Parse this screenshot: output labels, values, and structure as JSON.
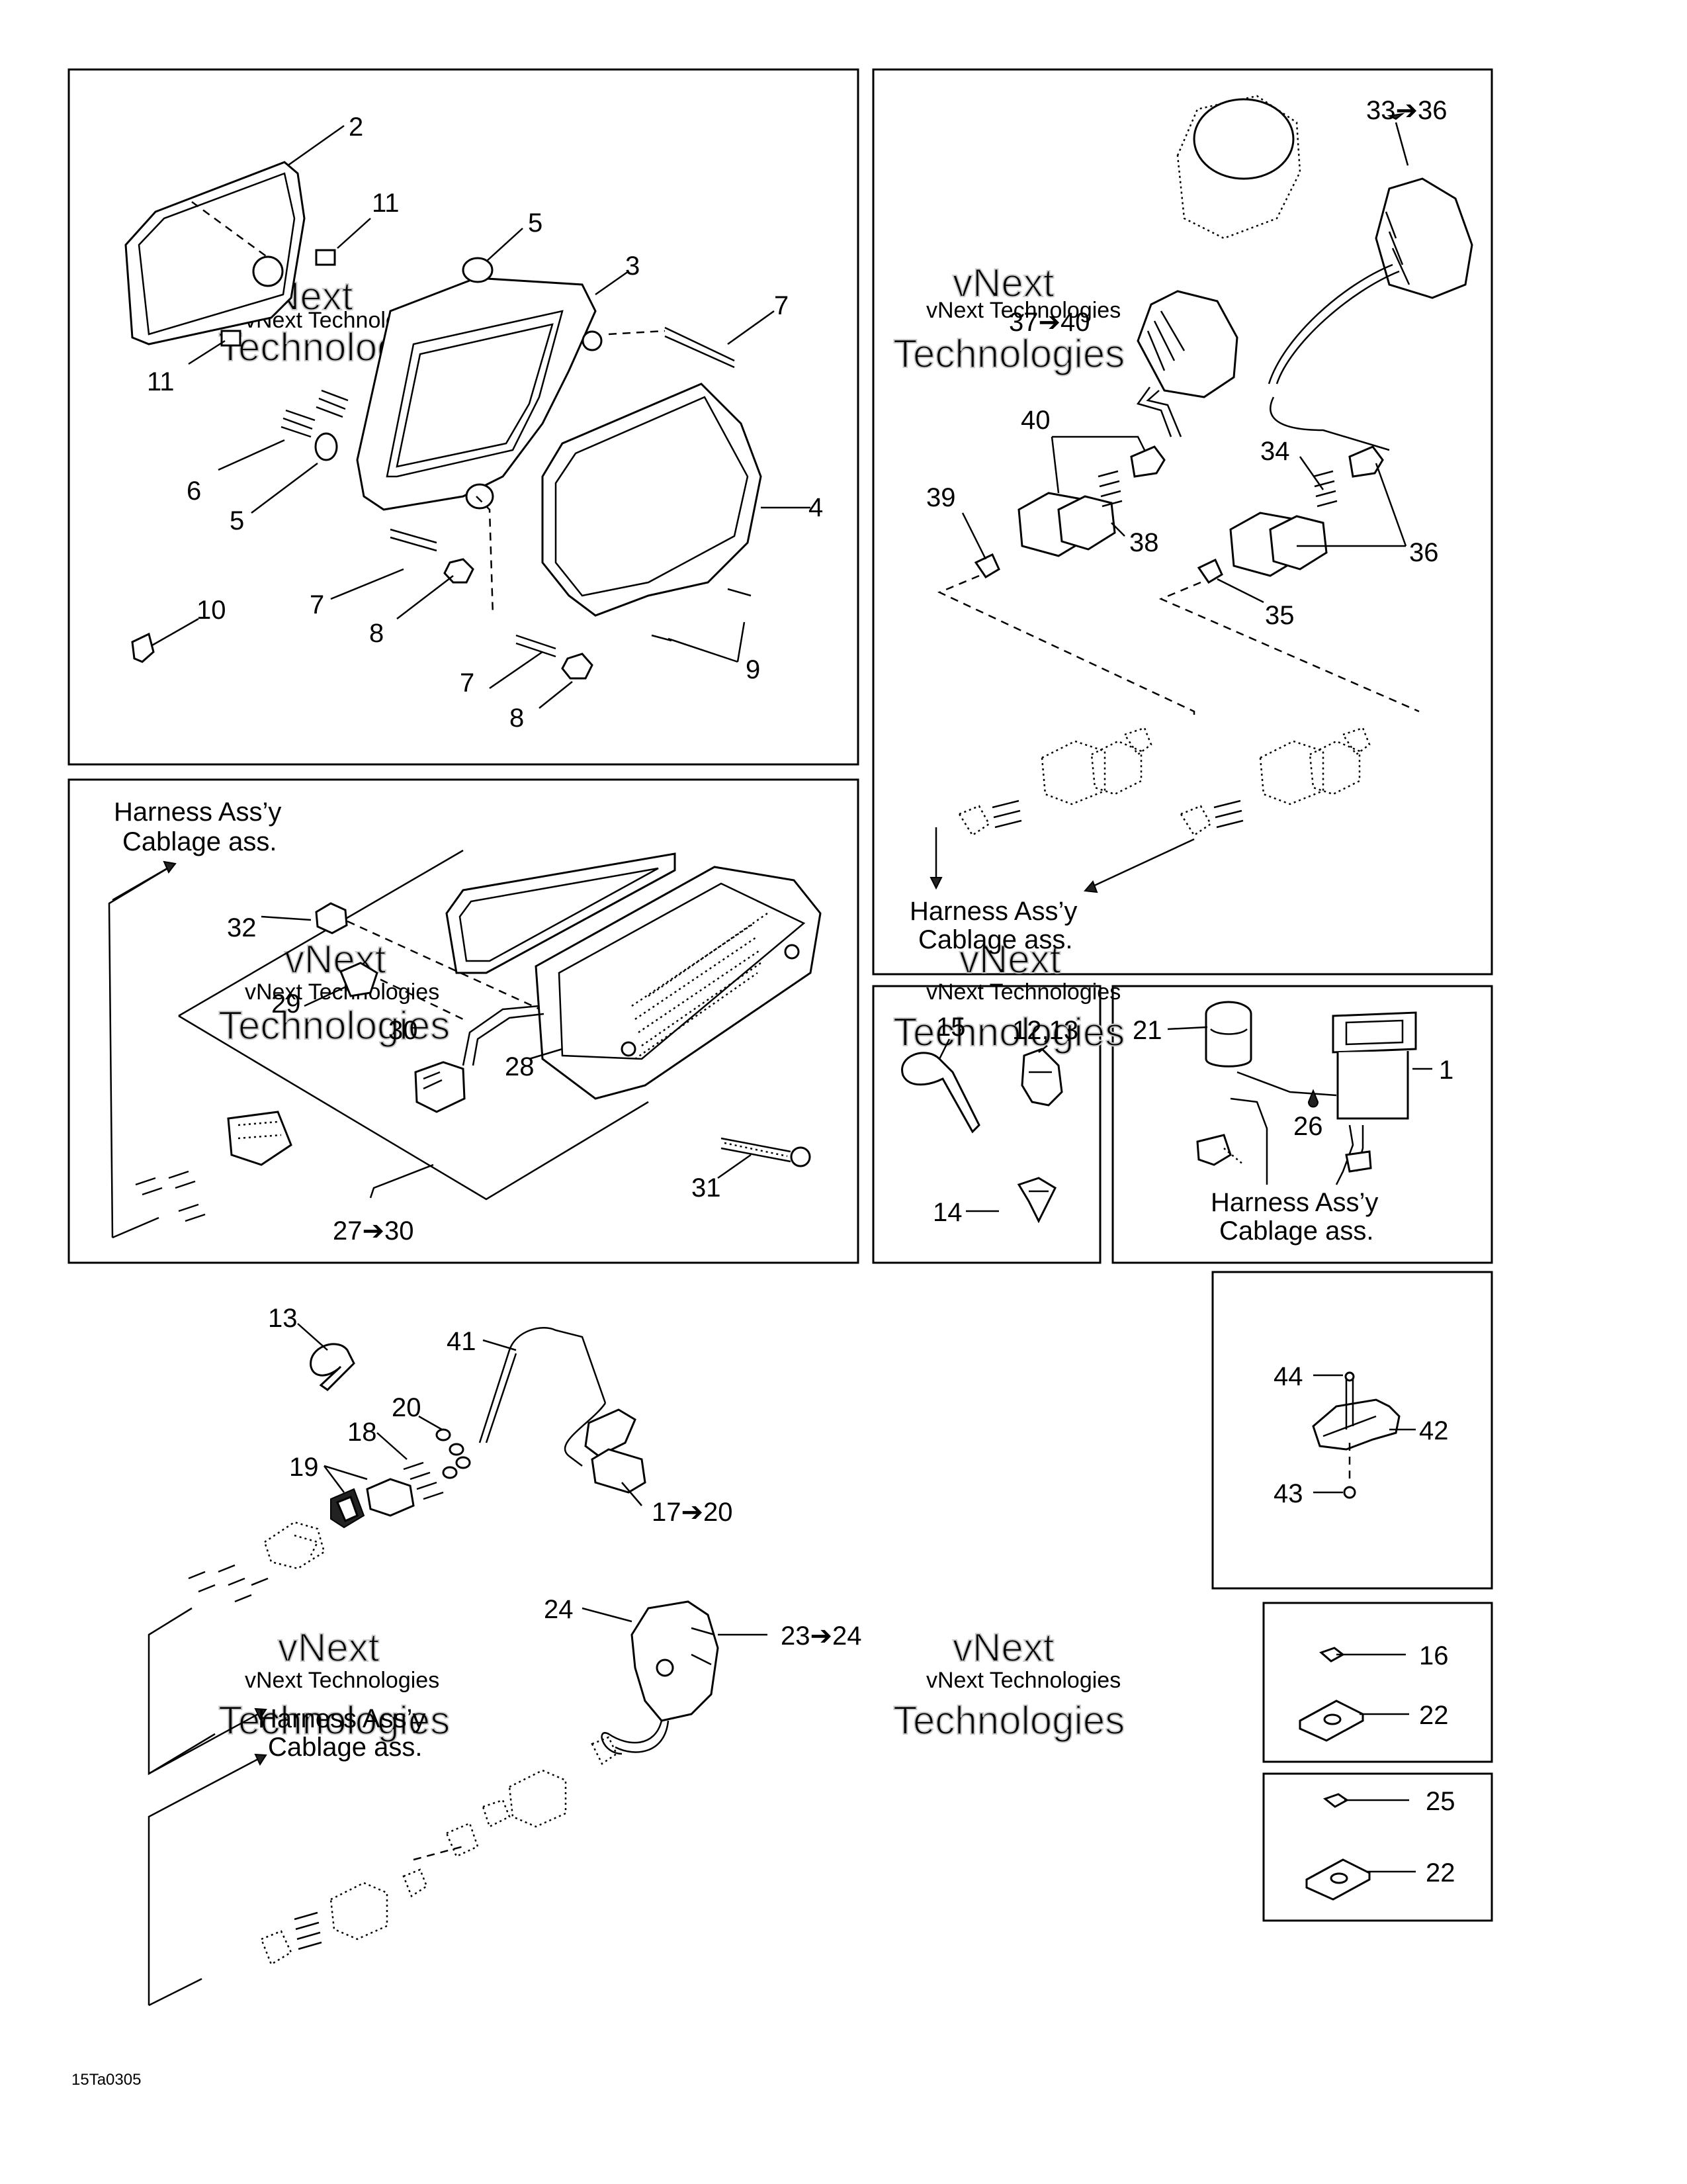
{
  "figure_code": "15Ta0305",
  "watermark": {
    "line1": "vNext Technologies",
    "line2": "vNext",
    "line3": "Technologies"
  },
  "harness_caption": {
    "line1": "Harness Ass’y",
    "line2": "Cablage ass."
  },
  "callouts": {
    "c1": "1",
    "c2": "2",
    "c3": "3",
    "c4": "4",
    "c5a": "5",
    "c5b": "5",
    "c6": "6",
    "c7a": "7",
    "c7b": "7",
    "c7c": "7",
    "c8a": "8",
    "c8b": "8",
    "c9": "9",
    "c10": "10",
    "c11a": "11",
    "c11b": "11",
    "c12_13": "12,13",
    "c13": "13",
    "c14": "14",
    "c15": "15",
    "c16": "16",
    "c17_20": "17➔20",
    "c18": "18",
    "c19": "19",
    "c20": "20",
    "c21": "21",
    "c22a": "22",
    "c22b": "22",
    "c23_24": "23➔24",
    "c24": "24",
    "c25": "25",
    "c26": "26",
    "c27_30": "27➔30",
    "c28": "28",
    "c29": "29",
    "c30": "30",
    "c31": "31",
    "c32": "32",
    "c33_36": "33➔36",
    "c34": "34",
    "c35": "35",
    "c36": "36",
    "c37_40": "37➔40",
    "c38": "38",
    "c39": "39",
    "c40": "40",
    "c41": "41",
    "c42": "42",
    "c43": "43",
    "c44": "44"
  }
}
